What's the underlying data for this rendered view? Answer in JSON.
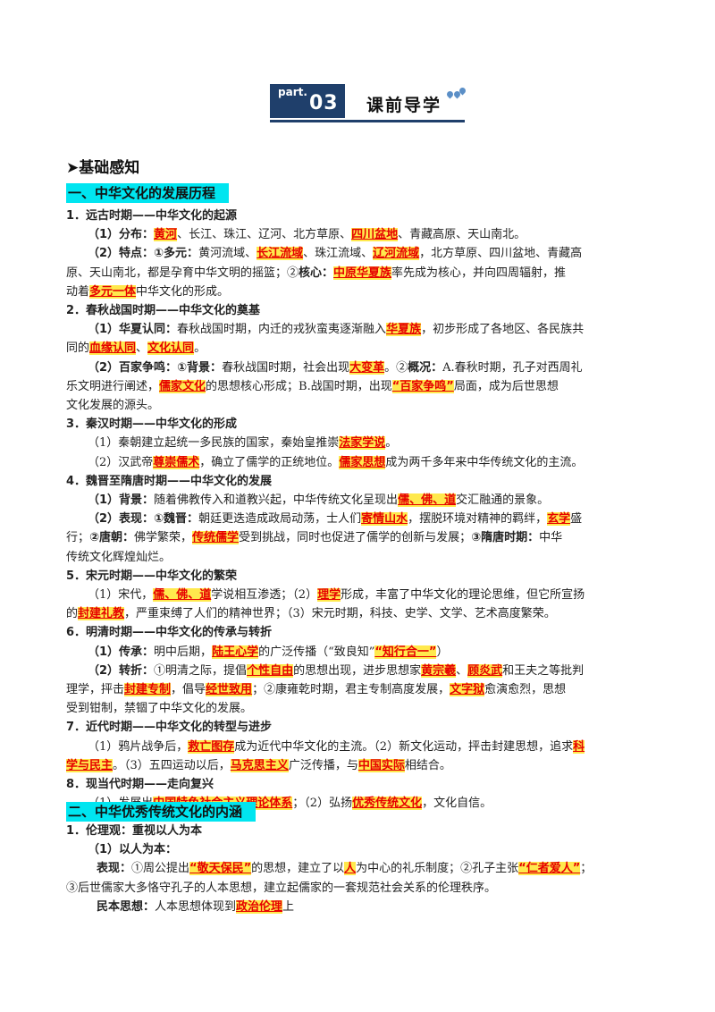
{
  "header": {
    "part_label": "part.",
    "part_number": "03",
    "title": "课前导学"
  },
  "section_title": "➤基础感知",
  "band1": "一、中华文化的发展历程",
  "band2": "二、中华优秀传统文化的内涵",
  "colors": {
    "band": "#00e5f0",
    "highlight_bg": "#ffe94d",
    "highlight_text": "#e60000",
    "badge": "#1f3f6b"
  }
}
